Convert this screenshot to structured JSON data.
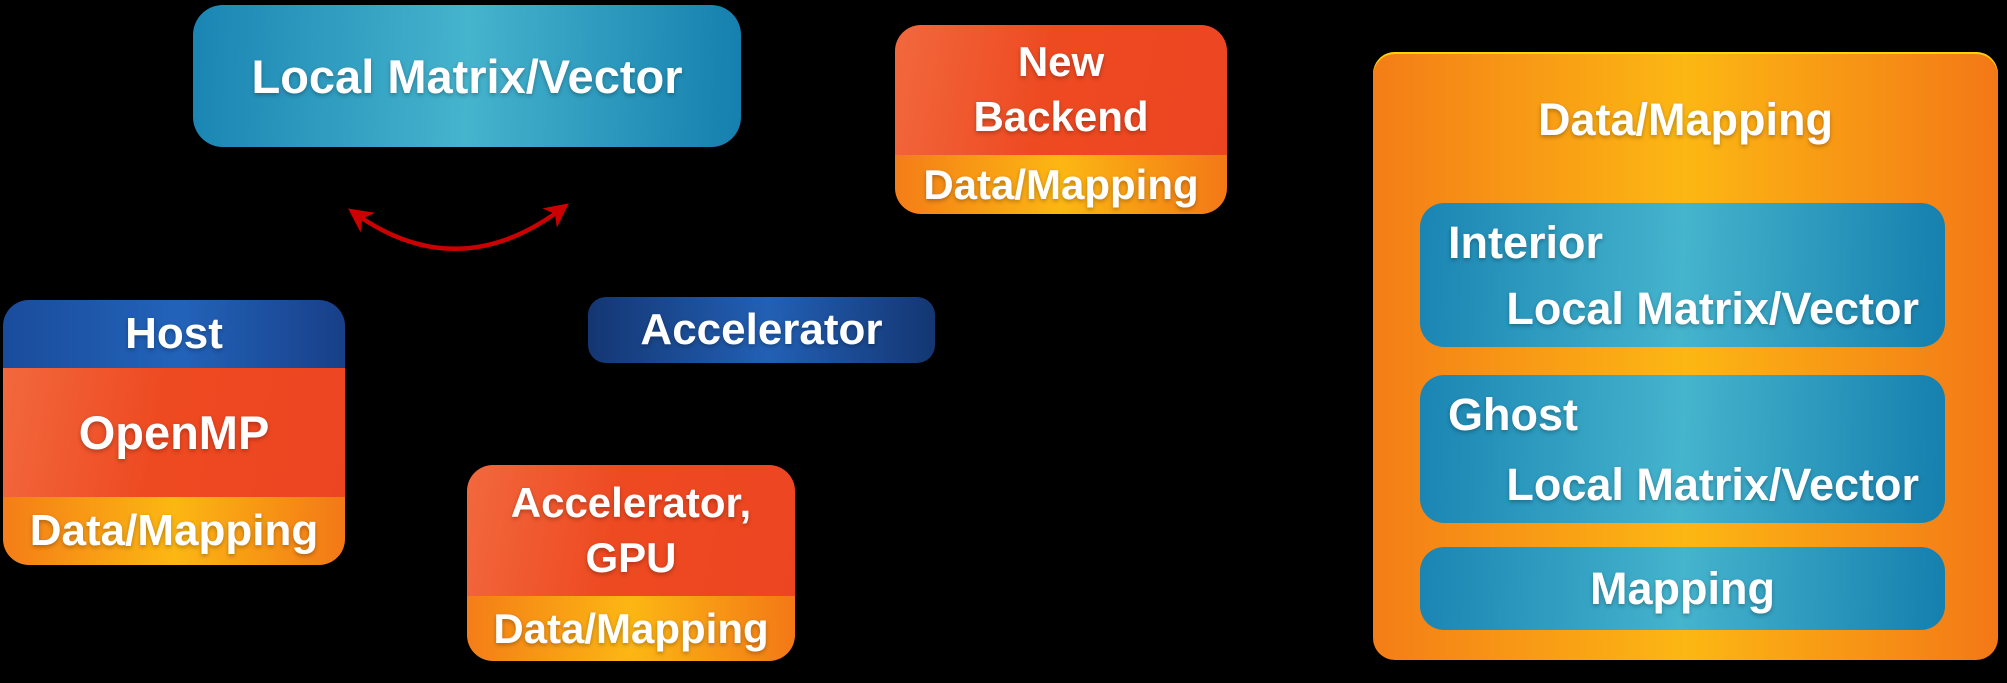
{
  "diagram": {
    "local_matrix_vector": {
      "label": "Local Matrix/Vector"
    },
    "host_stack": {
      "host_label": "Host",
      "openmp_label": "OpenMP",
      "data_mapping_label": "Data/Mapping"
    },
    "accelerator": {
      "label": "Accelerator"
    },
    "accelerator_gpu": {
      "line1": "Accelerator,",
      "line2": "GPU",
      "data_mapping_label": "Data/Mapping"
    },
    "new_backend": {
      "line1": "New",
      "line2": "Backend",
      "data_mapping_label": "Data/Mapping"
    },
    "data_mapping_container": {
      "title": "Data/Mapping",
      "interior": {
        "label": "Interior",
        "content": "Local Matrix/Vector"
      },
      "ghost": {
        "label": "Ghost",
        "content": "Local Matrix/Vector"
      },
      "mapping": {
        "label": "Mapping"
      }
    },
    "colors": {
      "background": "#000000",
      "teal_edge": "#1a85b3",
      "teal_center": "#45b4cd",
      "orange_edge": "#f47d17",
      "orange_center": "#fcb713",
      "red_main": "#ee4a21",
      "red_light": "#f2683e",
      "host_blue_center": "#2263b9",
      "host_blue_edge": "#1a4c9c",
      "accelerator_navy_edge": "#143672",
      "accelerator_navy_center": "#2260b5",
      "arrow_red": "#cc0000",
      "text": "#ffffff"
    }
  }
}
